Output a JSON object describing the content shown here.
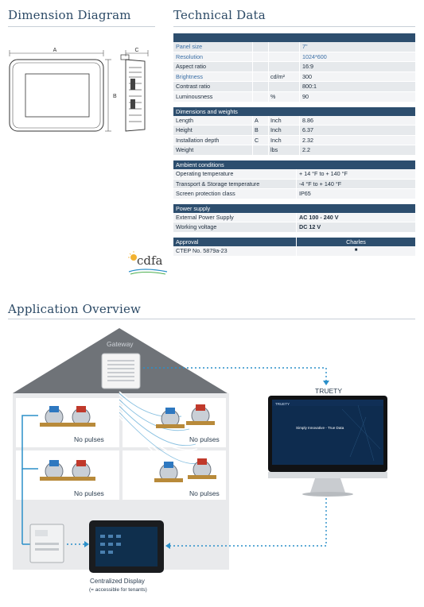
{
  "headings": {
    "dimension_diagram": "Dimension Diagram",
    "technical_data": "Technical Data",
    "application_overview": "Application Overview"
  },
  "diagram": {
    "label_a": "A",
    "label_b": "B",
    "label_c": "C"
  },
  "display_section": {
    "rows": [
      {
        "name": "Panel size",
        "symbol": "",
        "unit": "",
        "value": "7\"",
        "highlight": true
      },
      {
        "name": "Resolution",
        "symbol": "",
        "unit": "",
        "value": "1024*600",
        "highlight": true
      },
      {
        "name": "Aspect ratio",
        "symbol": "",
        "unit": "",
        "value": "16:9",
        "highlight": false
      },
      {
        "name": "Brightness",
        "symbol": "",
        "unit": "cd/m²",
        "value": "300",
        "highlight": true
      },
      {
        "name": "Contrast ratio",
        "symbol": "",
        "unit": "",
        "value": "800:1",
        "highlight": false
      },
      {
        "name": "Luminousness",
        "symbol": "",
        "unit": "%",
        "value": "90",
        "highlight": false
      }
    ]
  },
  "dimensions_section": {
    "title": "Dimensions and weights",
    "rows": [
      {
        "name": "Length",
        "symbol": "A",
        "unit": "Inch",
        "value": "8.86"
      },
      {
        "name": "Height",
        "symbol": "B",
        "unit": "Inch",
        "value": "6.37"
      },
      {
        "name": "Installation depth",
        "symbol": "C",
        "unit": "Inch",
        "value": "2.32"
      },
      {
        "name": "Weight",
        "symbol": "",
        "unit": "lbs",
        "value": "2.2"
      }
    ]
  },
  "ambient_section": {
    "title": "Ambient conditions",
    "rows": [
      {
        "name": "Operating temperature",
        "value": "+ 14 °F to + 140 °F"
      },
      {
        "name": "Transport & Storage temperature",
        "value": "-4 °F to + 140 °F"
      },
      {
        "name": "Screen protection class",
        "value": "IP65"
      }
    ]
  },
  "power_section": {
    "title": "Power supply",
    "rows": [
      {
        "name": "External Power Supply",
        "value": "AC 100 - 240 V"
      },
      {
        "name": "Working voltage",
        "value": "DC 12 V"
      }
    ]
  },
  "approval_section": {
    "title": "Approval",
    "column": "Charles",
    "rows": [
      {
        "name": "CTEP No. 5879a-23",
        "value": "■"
      }
    ]
  },
  "logo": {
    "text": "cdfa"
  },
  "overview": {
    "gateway": "Gateway",
    "truety": "TRUETY",
    "no_pulses": [
      "No pulses",
      "No pulses",
      "No pulses",
      "No pulses"
    ],
    "centralized_display": "Centralized Display",
    "centralized_note": "(= accessible for tenants)",
    "monitor_brand": "TRUETY",
    "monitor_headline": "Simply Innovative - True Data"
  },
  "colors": {
    "heading": "#2c4a66",
    "table_head": "#2d4e6e",
    "accent_line": "#2a8fc9",
    "roof": "#6f7378"
  }
}
